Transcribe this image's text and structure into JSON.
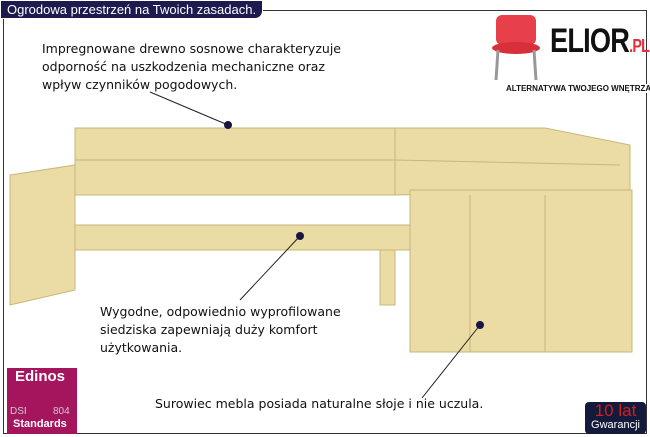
{
  "banner": "Ogrodowa przestrzeń na Twoich zasadach.",
  "brand": {
    "name": "ELIOR",
    "suffix": ".PL",
    "tagline": "ALTERNATYWA TWOJEGO WNĘTRZA"
  },
  "callouts": [
    {
      "lines": [
        "Impregnowane drewno sosnowe charakteryzuje",
        "odporność na uszkodzenia mechaniczne oraz",
        "wpływ czynników pogodowych."
      ]
    },
    {
      "lines": [
        "Wygodne, odpowiednio wyprofilowane",
        "siedziska zapewniają duży komfort",
        "użytkowania."
      ]
    },
    {
      "lines": [
        "Surowiec mebla posiada naturalne słoje i nie uczula."
      ]
    }
  ],
  "badge": {
    "top": "Edinos",
    "left": "DSI",
    "right": "804",
    "bottom": "Standards"
  },
  "warranty": {
    "years": "10 lat",
    "label": "Gwarancji"
  },
  "colors": {
    "banner": "#1c1a4e",
    "wood": "#e8d9a0",
    "edinos": "#a5155e",
    "accent": "#e0303a"
  }
}
